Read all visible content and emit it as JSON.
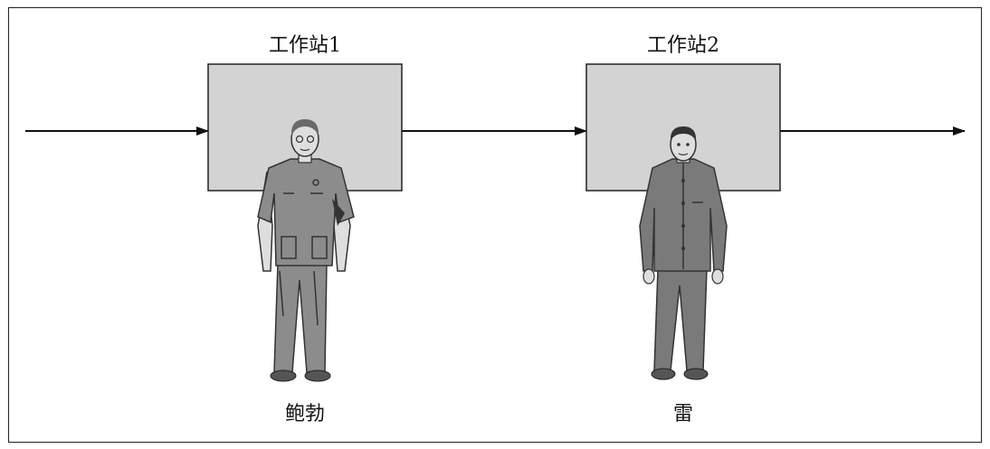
{
  "stations": [
    {
      "label": "工作站1",
      "worker": "鲍勃"
    },
    {
      "label": "工作站2",
      "worker": "雷"
    }
  ],
  "colors": {
    "box_fill": "#d3d3d3",
    "box_stroke": "#222222",
    "arrow": "#111111",
    "shirt1": "#8c8c8c",
    "shirt2": "#7a7a7a",
    "skin": "#dedede",
    "hair": "#6a6a6a"
  },
  "icons": [
    "worker-figure-icon",
    "arrow-right-icon"
  ]
}
